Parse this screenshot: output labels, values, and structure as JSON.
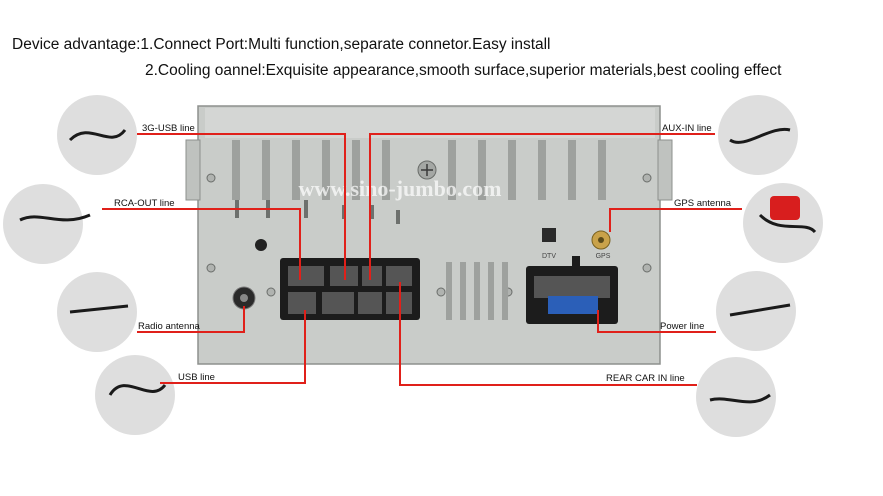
{
  "headline": {
    "line1": "Device advantage:1.Connect Port:Multi function,separate connetor.Easy install",
    "line2": "2.Cooling oannel:Exquisite appearance,smooth surface,superior materials,best cooling effect"
  },
  "watermark": "www.sino-jumbo.com",
  "unit_labels": {
    "dtv": "DTV",
    "gps": "GPS"
  },
  "cables": {
    "usb_3g": "3G-USB line",
    "rca_out": "RCA-OUT line",
    "radio_antenna": "Radio antenna",
    "usb": "USB line",
    "aux_in": "AUX-IN line",
    "gps_antenna": "GPS antenna",
    "power": "Power line",
    "rear_car_in": "REAR CAR IN line"
  },
  "colors": {
    "callout_line": "#e0201a",
    "panel": "#c9ccc9",
    "circle": "#dedede"
  }
}
